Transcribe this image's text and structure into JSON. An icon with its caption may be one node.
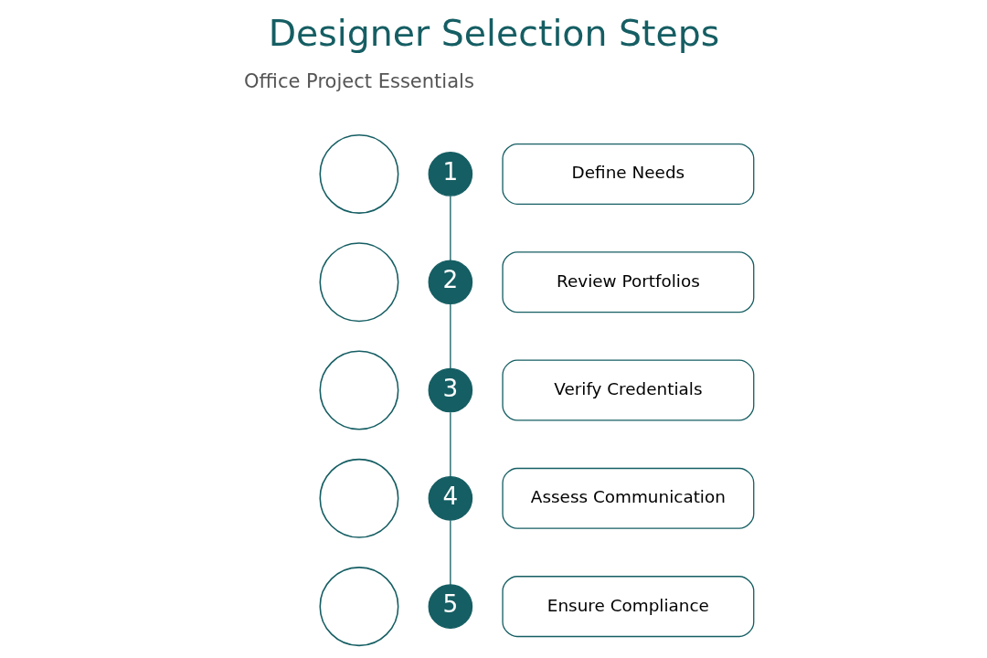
{
  "diagram": {
    "title": "Designer Selection Steps",
    "nodes": [
      {
        "text": [],
        "shape": "circle"
      },
      {
        "text": [
          "1"
        ]
      },
      {
        "text": [
          "Define Needs"
        ]
      },
      {
        "text": [],
        "shape": "circle"
      },
      {
        "text": [
          "2"
        ]
      },
      {
        "text": [
          "Review Portfolios"
        ]
      },
      {
        "text": [],
        "shape": "circle"
      },
      {
        "text": [
          "3"
        ]
      },
      {
        "text": [
          "Verify Credentials"
        ]
      },
      {
        "text": [],
        "shape": "circle"
      },
      {
        "text": [
          "4"
        ]
      },
      {
        "text": [
          "Assess Communication"
        ]
      },
      {
        "text": [],
        "shape": "circle"
      },
      {
        "text": [
          "5"
        ]
      },
      {
        "text": [
          "Ensure Compliance"
        ]
      }
    ],
    "edges": [
      {
        "from": 1,
        "to": 4,
        "arrow": "none"
      },
      {
        "from": 4,
        "to": 7,
        "arrow": "none"
      },
      {
        "from": 7,
        "to": 10,
        "arrow": "none"
      },
      {
        "from": 10,
        "to": 13,
        "arrow": "none"
      }
    ],
    "labels": [
      "Office Project Essentials"
    ]
  }
}
